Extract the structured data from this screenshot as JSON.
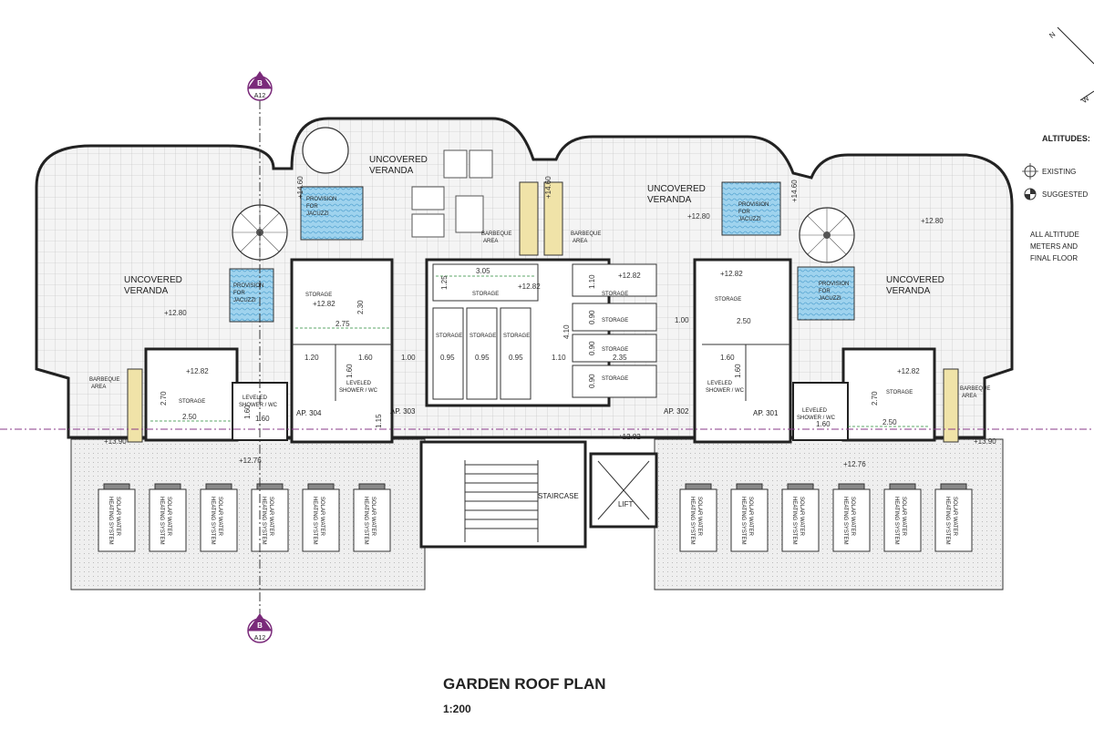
{
  "title": "GARDEN ROOF PLAN",
  "scale": "1:200",
  "section_marker": {
    "letter": "B",
    "sheet": "A12"
  },
  "legend": {
    "heading": "ALTITUDES:",
    "existing": "EXISTING",
    "suggested": "SUGGESTED",
    "note_lines": [
      "ALL ALTITUDE",
      "METERS AND",
      "FINAL FLOOR"
    ]
  },
  "compass": {
    "n": "N",
    "w": "W"
  },
  "labels": {
    "uncovered": "UNCOVERED",
    "veranda": "VERANDA",
    "storage": "STORAGE",
    "barbeque": "BARBEQUE",
    "area": "AREA",
    "provision": "PROVISION",
    "for": "FOR",
    "jacuzzi_upper": "JACUZZI",
    "jacuzzi_lower": "JACUZZI",
    "shower_l1": "LEVELED",
    "shower_l2": "SHOWER / WC",
    "solar_l1": "SOLAR WATER",
    "solar_l2": "HEATING SYSTEM",
    "staircase": "STAIRCASE",
    "lift": "LIFT"
  },
  "apartments": [
    "AP. 304",
    "AP. 303",
    "AP. 302",
    "AP. 301"
  ],
  "altitudes": [
    "+12.82",
    "+12.80",
    "+12.76",
    "+13.90",
    "+14.60"
  ],
  "dimensions": [
    "3.05",
    "1.25",
    "2.30",
    "2.75",
    "0.95",
    "1.10",
    "0.90",
    "2.35",
    "4.10",
    "1.00",
    "1.20",
    "1.60",
    "2.70",
    "2.50",
    "1.15"
  ]
}
